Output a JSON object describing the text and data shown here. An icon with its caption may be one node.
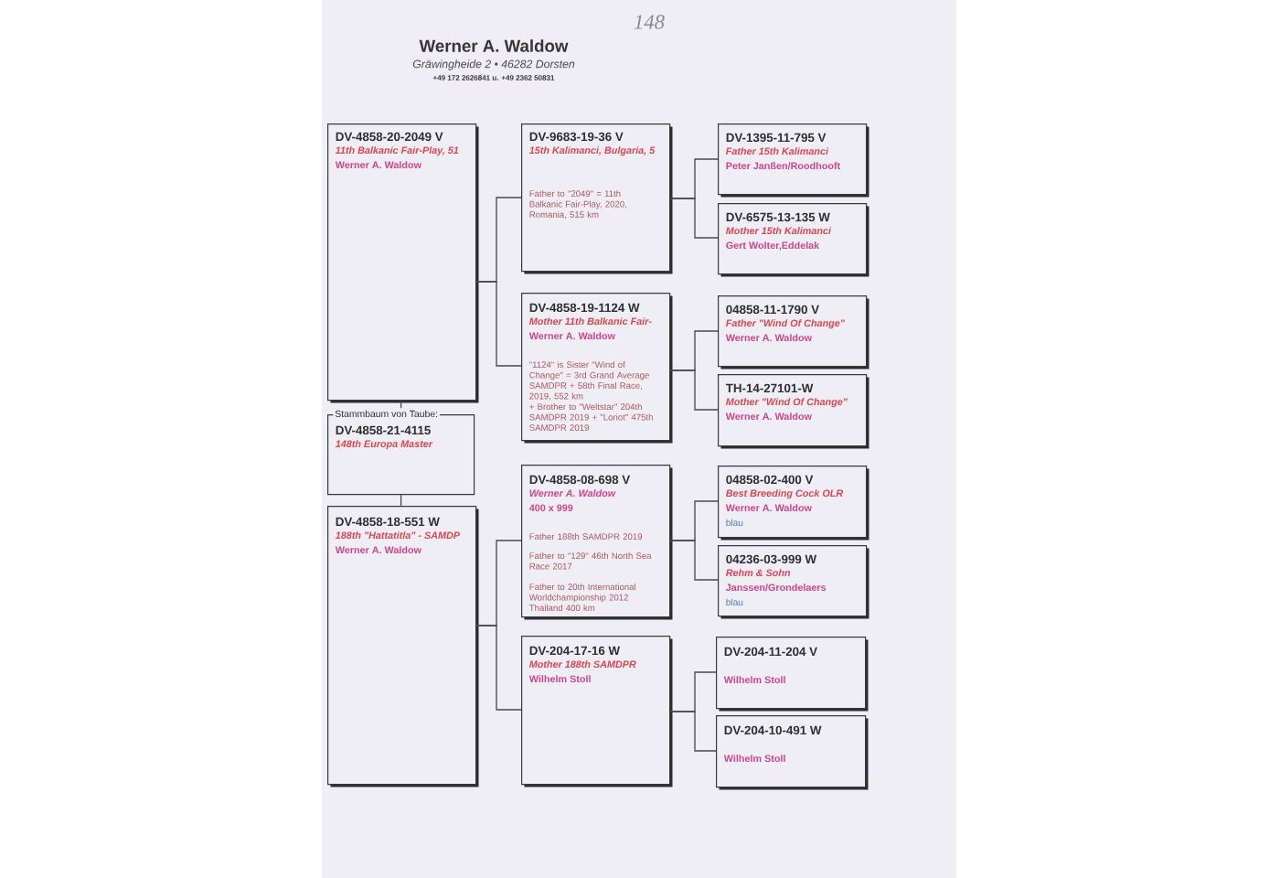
{
  "diagram": {
    "nodes": [
      {
        "text": [
          "DV-4858-20-2049 V",
          "11th Balkanic Fair-Play, 51",
          "Werner A. Waldow"
        ]
      },
      {
        "text": [
          "Stammbaum von Taube:",
          "DV-4858-21-4115",
          "148th Europa Master"
        ]
      },
      {
        "text": [
          "DV-4858-18-551 W",
          "188th \"Hattatitla\" - SAMDP",
          "Werner A. Waldow"
        ]
      },
      {
        "text": [
          "DV-9683-19-36 V",
          "15th Kalimanci, Bulgaria, 5",
          "Father to \"2049\" = 11th Balkanic Fair-Play, 2020, Romania, 515 km"
        ]
      },
      {
        "text": [
          "DV-4858-19-1124 W",
          "Mother 11th Balkanic Fair-",
          "Werner A. Waldow",
          "\"1124\" is Sister \"Wind of Change\" = 3rd Grand Average SAMDPR + 58th Final Race, 2019, 552 km",
          "+ Brother to \"Weltstar\" 204th SAMDPR 2019 + \"Loriot\" 475th SAMDPR 2019"
        ]
      },
      {
        "text": [
          "DV-4858-08-698 V",
          "Werner A. Waldow",
          "400 x 999",
          "Father 188th SAMDPR 2019",
          "Father to \"129\" 46th North Sea Race 2017",
          "Father to 20th International Worldchampionship 2012 Thailand 400 km"
        ]
      },
      {
        "text": [
          "DV-204-17-16 W",
          "Mother 188th SAMDPR",
          "Wilhelm Stoll"
        ]
      },
      {
        "text": [
          "DV-1395-11-795 V",
          "Father 15th Kalimanci",
          "Peter Janßen/Roodhooft"
        ]
      },
      {
        "text": [
          "DV-6575-13-135 W",
          "Mother 15th Kalimanci",
          "Gert Wolter,Eddelak"
        ]
      },
      {
        "text": [
          "04858-11-1790 V",
          "Father \"Wind Of Change\"",
          "Werner A. Waldow"
        ]
      },
      {
        "text": [
          "TH-14-27101-W",
          "Mother \"Wind Of Change\"",
          "Werner A. Waldow"
        ]
      },
      {
        "text": [
          "04858-02-400 V",
          "Best Breeding Cock OLR",
          "Werner A. Waldow",
          "blau"
        ]
      },
      {
        "text": [
          "04236-03-999 W",
          "Rehm & Sohn",
          "Janssen/Grondelaers",
          "blau"
        ]
      },
      {
        "text": [
          "DV-204-11-204 V",
          "Wilhelm Stoll"
        ]
      },
      {
        "text": [
          "DV-204-10-491 W",
          "Wilhelm Stoll"
        ]
      }
    ],
    "edges": [
      {
        "from": 1,
        "to": 0,
        "arrow": "none"
      },
      {
        "from": 1,
        "to": 2,
        "arrow": "none"
      },
      {
        "from": 0,
        "to": 3,
        "arrow": "none"
      },
      {
        "from": 0,
        "to": 4,
        "arrow": "none"
      },
      {
        "from": 2,
        "to": 5,
        "arrow": "none"
      },
      {
        "from": 2,
        "to": 6,
        "arrow": "none"
      },
      {
        "from": 3,
        "to": 7,
        "arrow": "none"
      },
      {
        "from": 3,
        "to": 8,
        "arrow": "none"
      },
      {
        "from": 4,
        "to": 9,
        "arrow": "none"
      },
      {
        "from": 4,
        "to": 10,
        "arrow": "none"
      },
      {
        "from": 5,
        "to": 11,
        "arrow": "none"
      },
      {
        "from": 5,
        "to": 12,
        "arrow": "none"
      },
      {
        "from": 6,
        "to": 13,
        "arrow": "none"
      },
      {
        "from": 6,
        "to": 14,
        "arrow": "none"
      }
    ],
    "labels": [
      "148",
      "Werner A. Waldow",
      "Gräwingheide 2 • 46282 Dorsten",
      "+49 172 2626841 u. +49 2362 50831"
    ]
  }
}
